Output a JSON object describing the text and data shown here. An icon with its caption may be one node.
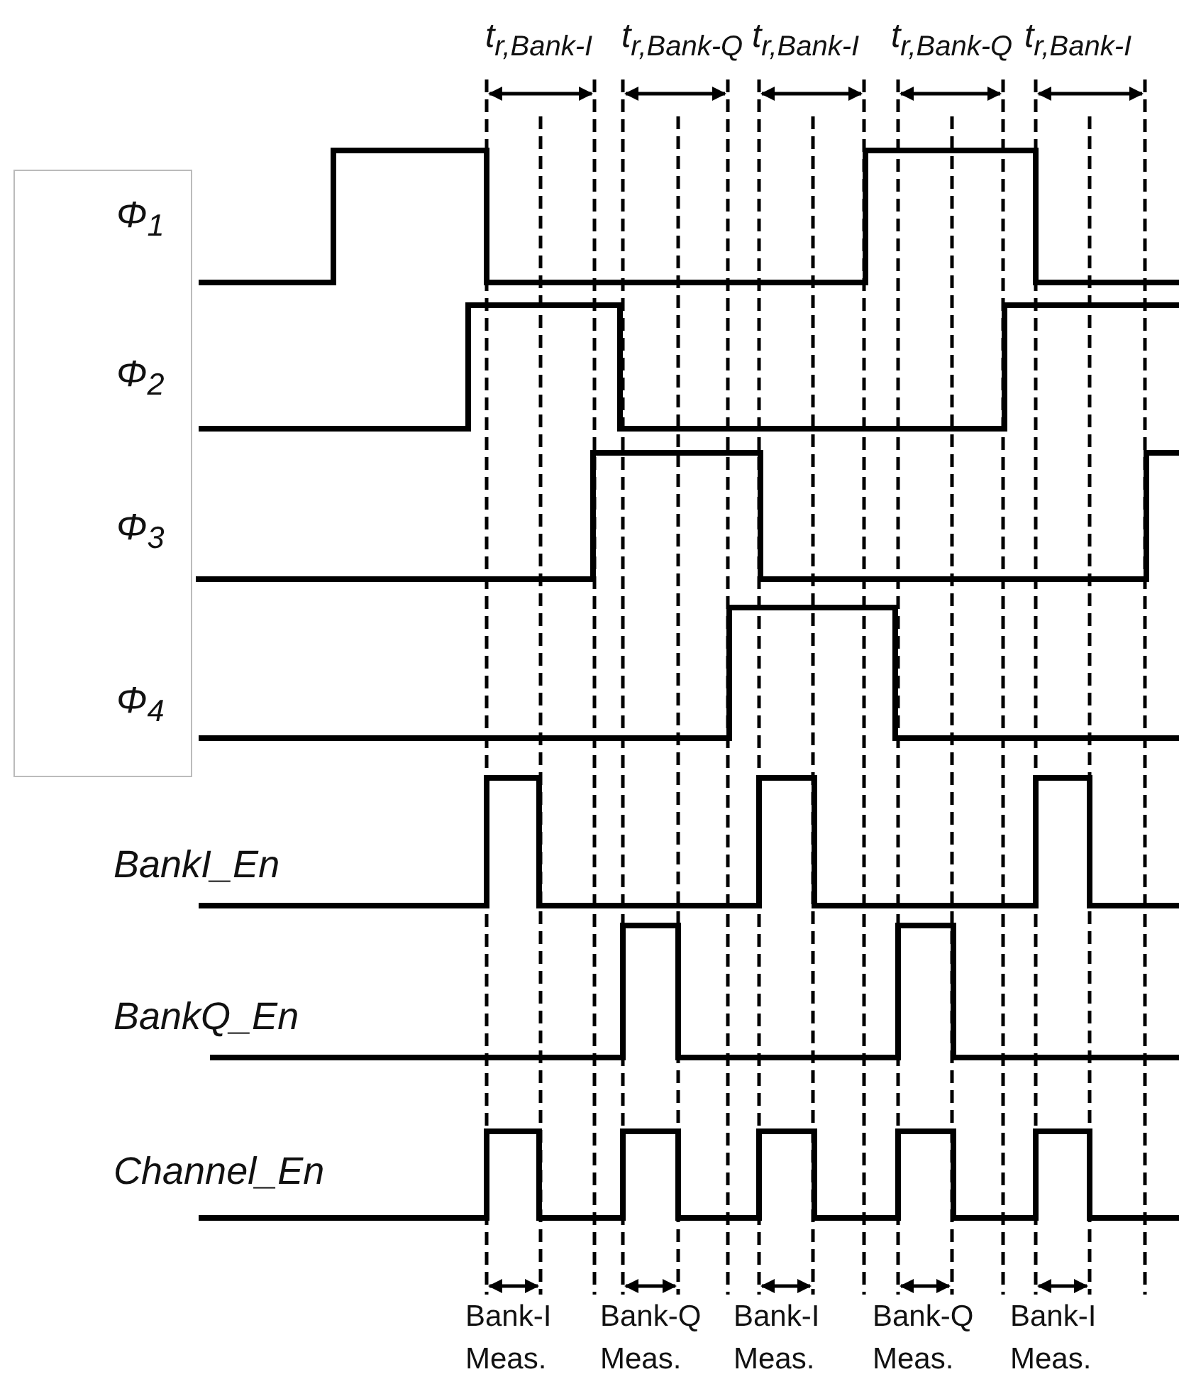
{
  "diagram": {
    "labels": [
      "t$_{r,Bank-I}$",
      "t$_{r,Bank-Q}$",
      "t$_{r,Bank-I}$",
      "t$_{r,Bank-Q}$",
      "t$_{r,Bank-I}$",
      "Φ$_{1}$",
      "Φ$_{2}$",
      "Φ$_{3}$",
      "Φ$_{4}$",
      "BankI_En",
      "BankQ_En",
      "Channel_En",
      "Bank-I Meas.",
      "Bank-Q Meas.",
      "Bank-I Meas.",
      "Bank-Q Meas.",
      "Bank-I Meas."
    ]
  }
}
